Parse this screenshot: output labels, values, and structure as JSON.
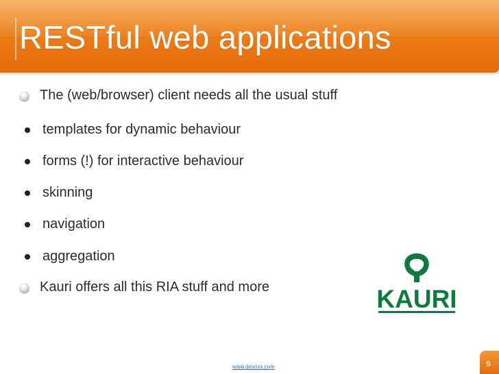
{
  "slide": {
    "title": "RESTful web applications",
    "bullets": [
      {
        "level": 1,
        "text": "The (web/browser) client needs all the usual stuff"
      },
      {
        "level": 2,
        "text": "templates for dynamic behaviour"
      },
      {
        "level": 2,
        "text": "forms (!) for interactive behaviour"
      },
      {
        "level": 2,
        "text": "skinning"
      },
      {
        "level": 2,
        "text": "navigation"
      },
      {
        "level": 2,
        "text": "aggregation"
      },
      {
        "level": 1,
        "text": "Kauri offers all this RIA stuff and more"
      }
    ],
    "logo": {
      "icon": "kauri-tree-icon",
      "text": "KAURI",
      "color": "#0f7a3e"
    },
    "footer": {
      "link_text": "www.devoxx.com",
      "corner_letter": "s"
    },
    "colors": {
      "accent": "#ec7d16",
      "link": "#2e6fd6",
      "text": "#2b2b2b"
    }
  }
}
